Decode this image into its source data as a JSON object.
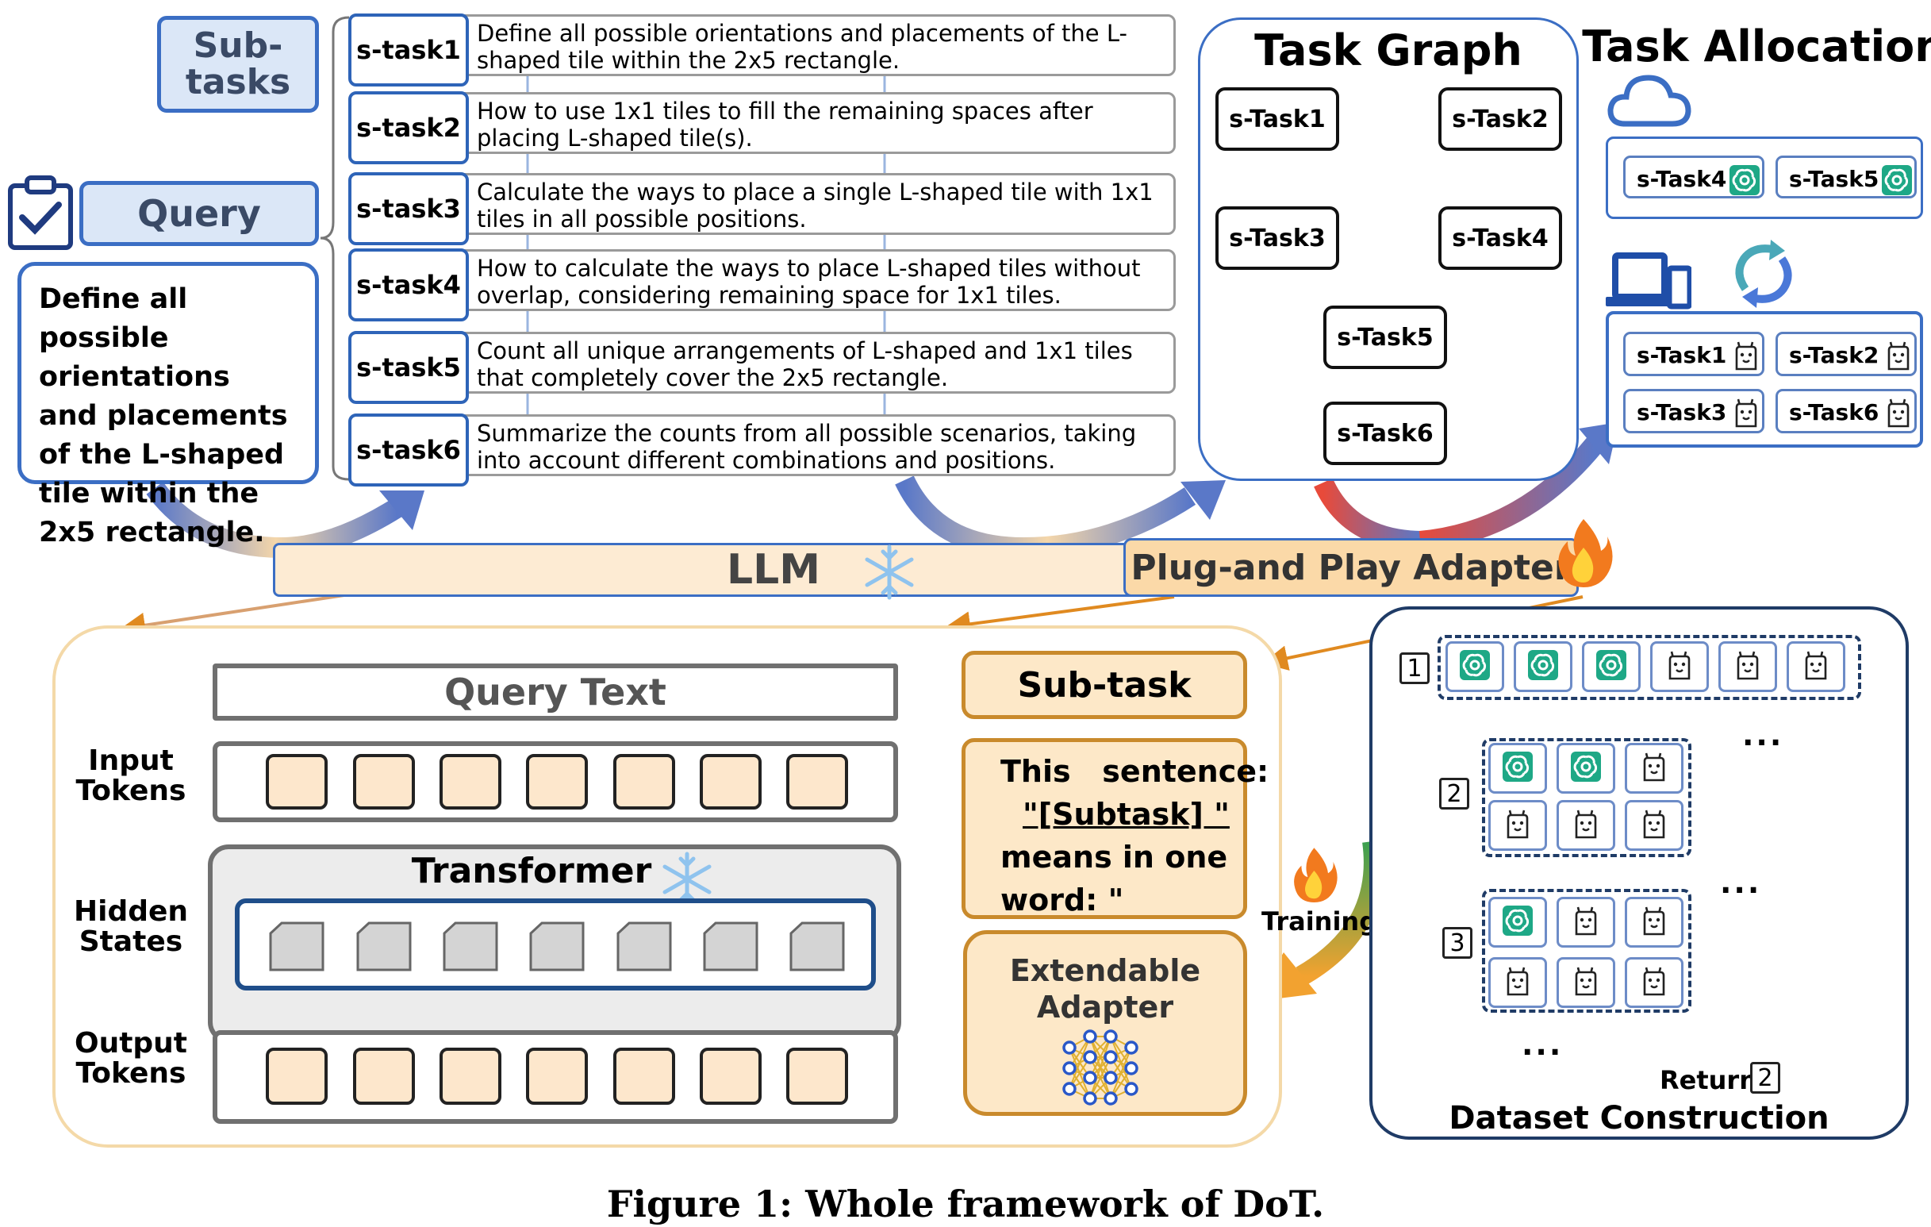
{
  "subtasks_header": "Sub-\ntasks",
  "query_header": "Query",
  "query_text": "Define all possible orientations and placements of the L-shaped tile within the 2x5 rectangle.",
  "subtasks": [
    {
      "label": "s-task1",
      "text": "Define all possible orientations and placements of the L-shaped tile within the 2x5 rectangle."
    },
    {
      "label": "s-task2",
      "text": "How to use 1x1 tiles to fill the remaining spaces after placing L-shaped tile(s)."
    },
    {
      "label": "s-task3",
      "text": "Calculate the ways to place a single L-shaped tile with 1x1 tiles in all possible positions."
    },
    {
      "label": "s-task4",
      "text": "How to calculate the ways to place L-shaped tiles without overlap, considering remaining space for 1x1 tiles."
    },
    {
      "label": "s-task5",
      "text": "Count all unique arrangements of L-shaped and 1x1 tiles that completely cover the 2x5 rectangle."
    },
    {
      "label": "s-task6",
      "text": "Summarize the counts from all possible scenarios, taking into account different combinations and positions."
    }
  ],
  "task_graph": {
    "title": "Task Graph",
    "nodes": [
      "s-Task1",
      "s-Task2",
      "s-Task3",
      "s-Task4",
      "s-Task5",
      "s-Task6"
    ]
  },
  "task_allocation": {
    "title": "Task Allocation",
    "cloud_tasks": [
      "s-Task4",
      "s-Task5"
    ],
    "local_tasks": [
      "s-Task1",
      "s-Task2",
      "s-Task3",
      "s-Task6"
    ]
  },
  "llm_label": "LLM",
  "adapter_label": "Plug-and Play Adapter",
  "lower": {
    "query_text": "Query Text",
    "input_tokens": "Input\nTokens",
    "hidden_states": "Hidden\nStates",
    "output_tokens": "Output\nTokens",
    "transformer": "Transformer",
    "subtask": "Sub-task",
    "prompt_1": "This   sentence:",
    "prompt_2": "\"[Subtask] \"",
    "prompt_3": "means in one",
    "prompt_4": "word: \"",
    "extendable_adapter": "Extendable\nAdapter",
    "training": "Training"
  },
  "dataset": {
    "title": "Dataset Construction",
    "steps": [
      "1",
      "2",
      "3"
    ],
    "return_label": "Return",
    "return_step": "2",
    "ellipsis": "..."
  },
  "caption": "Figure 1: Whole framework of DoT.",
  "icons": {
    "query": "clipboard-check-icon",
    "cloud": "cloud-icon",
    "device": "laptop-phone-icon",
    "sync": "sync-arrows-icon",
    "freeze": "snowflake-icon",
    "train": "flame-icon",
    "cloud_model": "openai-logo-icon",
    "local_model": "llama-icon",
    "network": "neural-network-icon"
  },
  "colors": {
    "blue": "#3b6ec4",
    "orange": "#e8a040",
    "green": "#2ea04a",
    "red": "#d42a3a",
    "dark": "#1f3b66"
  }
}
